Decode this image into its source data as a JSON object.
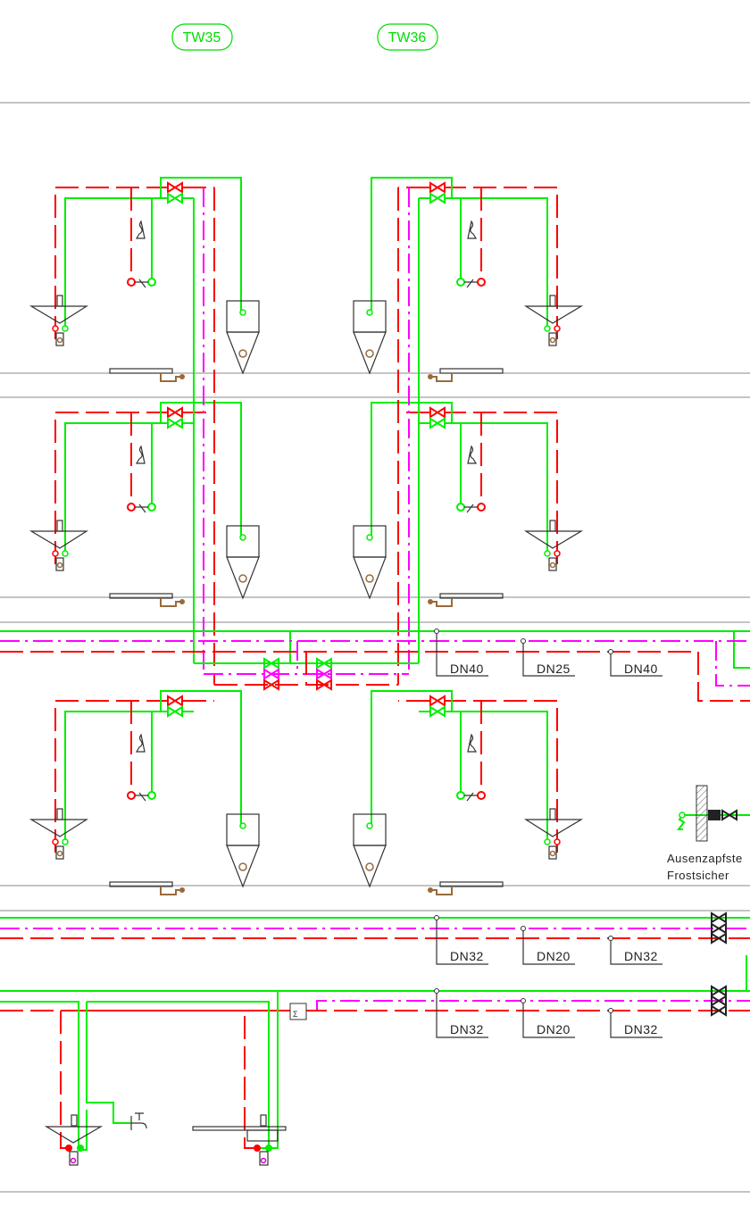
{
  "tags": [
    "TW35",
    "TW36"
  ],
  "dn_rows": [
    [
      "DN40",
      "DN25",
      "DN40"
    ],
    [
      "DN32",
      "DN20",
      "DN32"
    ],
    [
      "DN32",
      "DN20",
      "DN32"
    ]
  ],
  "outdoor_tap": {
    "line1": "Ausenzapfste",
    "line2": "Frostsicher"
  },
  "colors": {
    "hot": "#ff0000",
    "cold": "#00ee00",
    "circulation": "#ff00ff",
    "drain": "#9a6a3a"
  }
}
